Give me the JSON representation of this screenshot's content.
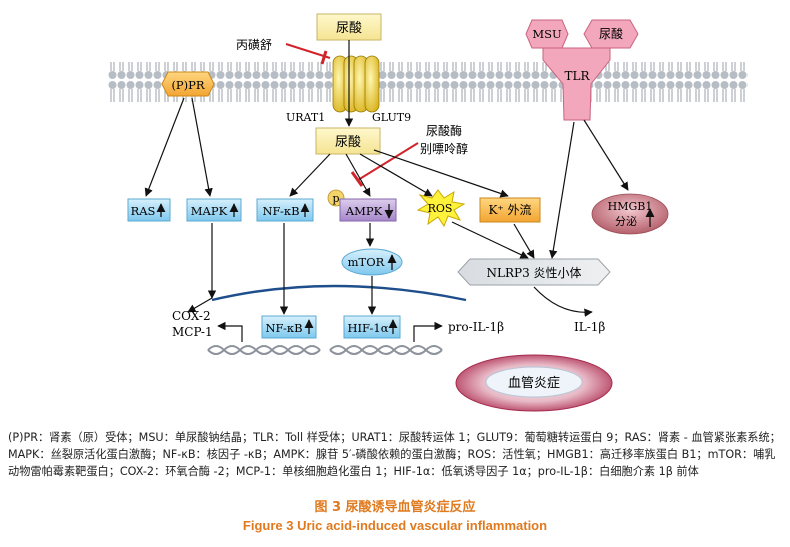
{
  "diagram": {
    "uric_acid_top": "尿酸",
    "uric_acid_mid": "尿酸",
    "probenecid": "丙磺舒",
    "urat1": "URAT1",
    "glut9": "GLUT9",
    "ppr": "(P)PR",
    "msu": "MSU",
    "uric_acid_tlr": "尿酸",
    "tlr": "TLR",
    "inhibitors_line1": "尿酸酶",
    "inhibitors_line2": "别嘌呤醇",
    "ras": "RAS",
    "mapk": "MAPK",
    "nfkb_top": "NF-κB",
    "p_badge": "p",
    "ampk": "AMPK",
    "ros": "ROS",
    "k_efflux": "K⁺ 外流",
    "hmgb1_line1": "HMGB1",
    "hmgb1_line2": "分泌",
    "mtor": "mTOR",
    "nlrp3": "NLRP3 炎性小体",
    "cox2": "COX-2",
    "mcp1": "MCP-1",
    "nfkb_bottom": "NF-κB",
    "hif1a": "HIF-1α",
    "pro_il1b": "pro-IL-1β",
    "il1b": "IL-1β",
    "vasculitis": "血管炎症"
  },
  "legend": "(P)PR：肾素（原）受体；MSU：单尿酸钠结晶；TLR：Toll 样受体；URAT1：尿酸转运体 1；GLUT9：葡萄糖转运蛋白 9；RAS：肾素 - 血管紧张素系统；MAPK：丝裂原活化蛋白激酶；NF-κB：核因子 -κB；AMPK：腺苷 5′-磷酸依赖的蛋白激酶；ROS：活性氧；HMGB1：高迁移率族蛋白 B1；mTOR：哺乳动物雷帕霉素靶蛋白；COX-2：环氧合酶 -2；MCP-1：单核细胞趋化蛋白 1；HIF-1α：低氧诱导因子 1α；pro-IL-1β：白细胞介素 1β 前体",
  "caption_cn": "图 3  尿酸诱导血管炎症反应",
  "caption_en": "Figure 3  Uric acid-induced vascular inflammation",
  "colors": {
    "uric_box": "#FFF3B8",
    "blue_box": "#8FD0F2",
    "ampk_box": "#B9A1D6",
    "tlr": "#F2A7BC",
    "inhibit": "#D2232A",
    "caption": "#E07A1F"
  }
}
